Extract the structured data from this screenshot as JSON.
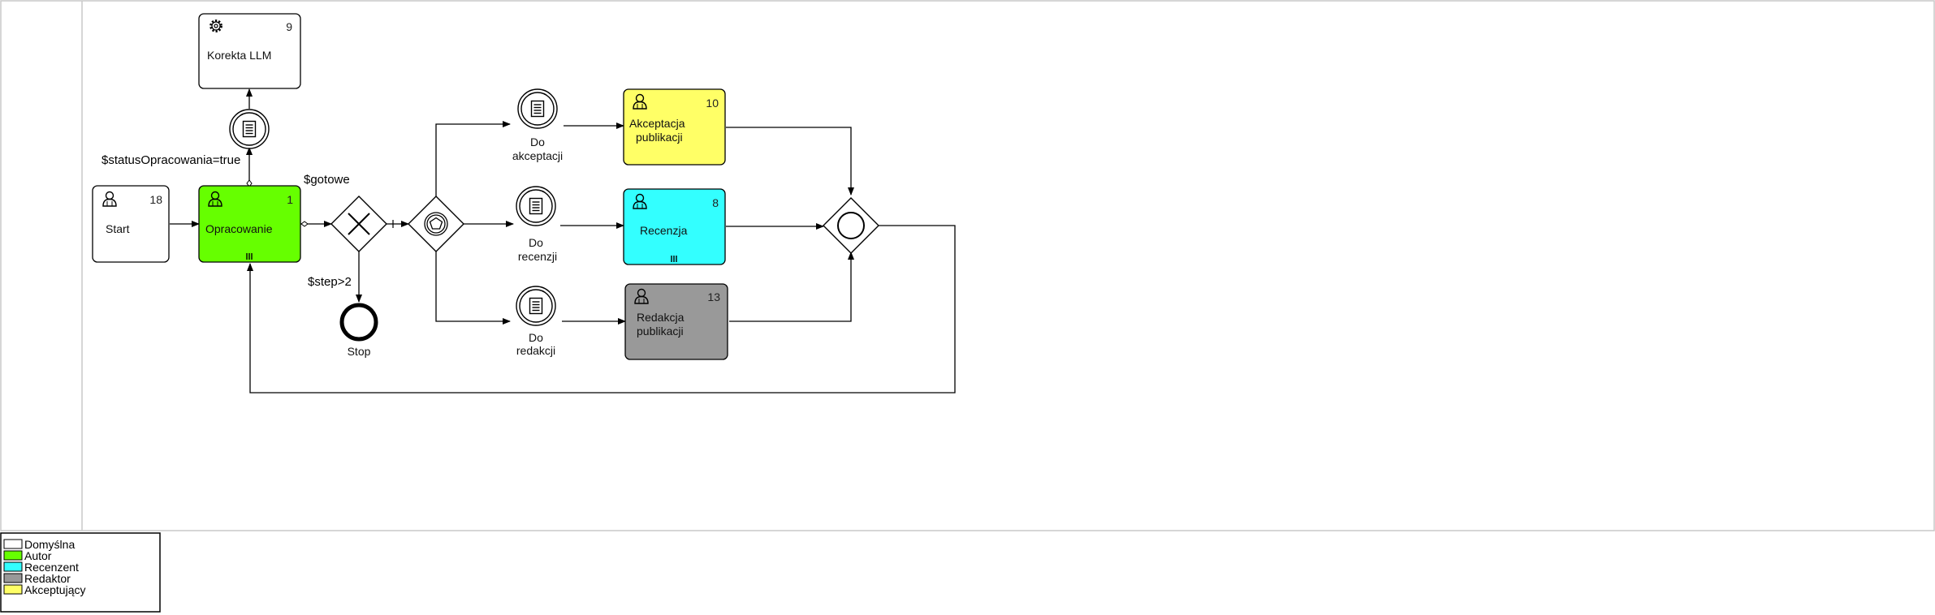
{
  "tasks": {
    "korekta": {
      "name": "Korekta LLM",
      "number": "9",
      "color": "#ffffff"
    },
    "start": {
      "name": "Start",
      "number": "18",
      "color": "#ffffff"
    },
    "opracowanie": {
      "name": "Opracowanie",
      "number": "1",
      "color": "#66ff00"
    },
    "akceptacja": {
      "line1": "Akceptacja",
      "line2": "publikacji",
      "number": "10",
      "color": "#ffff66"
    },
    "recenzja": {
      "name": "Recenzja",
      "number": "8",
      "color": "#33ffff"
    },
    "redakcja": {
      "line1": "Redakcja",
      "line2": "publikacji",
      "number": "13",
      "color": "#999999"
    }
  },
  "events": {
    "do_akceptacji": {
      "line1": "Do",
      "line2": "akceptacji"
    },
    "do_recenzji": {
      "line1": "Do",
      "line2": "recenzji"
    },
    "do_redakcji": {
      "line1": "Do",
      "line2": "redakcji"
    },
    "stop": {
      "name": "Stop"
    }
  },
  "conditions": {
    "status": "$statusOpracowania=true",
    "gotowe": "$gotowe",
    "step": "$step>2"
  },
  "legend": {
    "items": [
      {
        "label": "Domyślna",
        "color": "#ffffff"
      },
      {
        "label": "Autor",
        "color": "#66ff00"
      },
      {
        "label": "Recenzent",
        "color": "#33ffff"
      },
      {
        "label": "Redaktor",
        "color": "#999999"
      },
      {
        "label": "Akceptujący",
        "color": "#ffff66"
      }
    ]
  },
  "icons": {
    "task_user": "user-icon",
    "task_service": "gear-icon",
    "event_message": "document-icon",
    "multi_instance": "parallel-marker-icon",
    "gateway_exclusive": "x-icon",
    "gateway_event": "pentagon-icon",
    "gateway_inclusive": "circle-icon"
  }
}
